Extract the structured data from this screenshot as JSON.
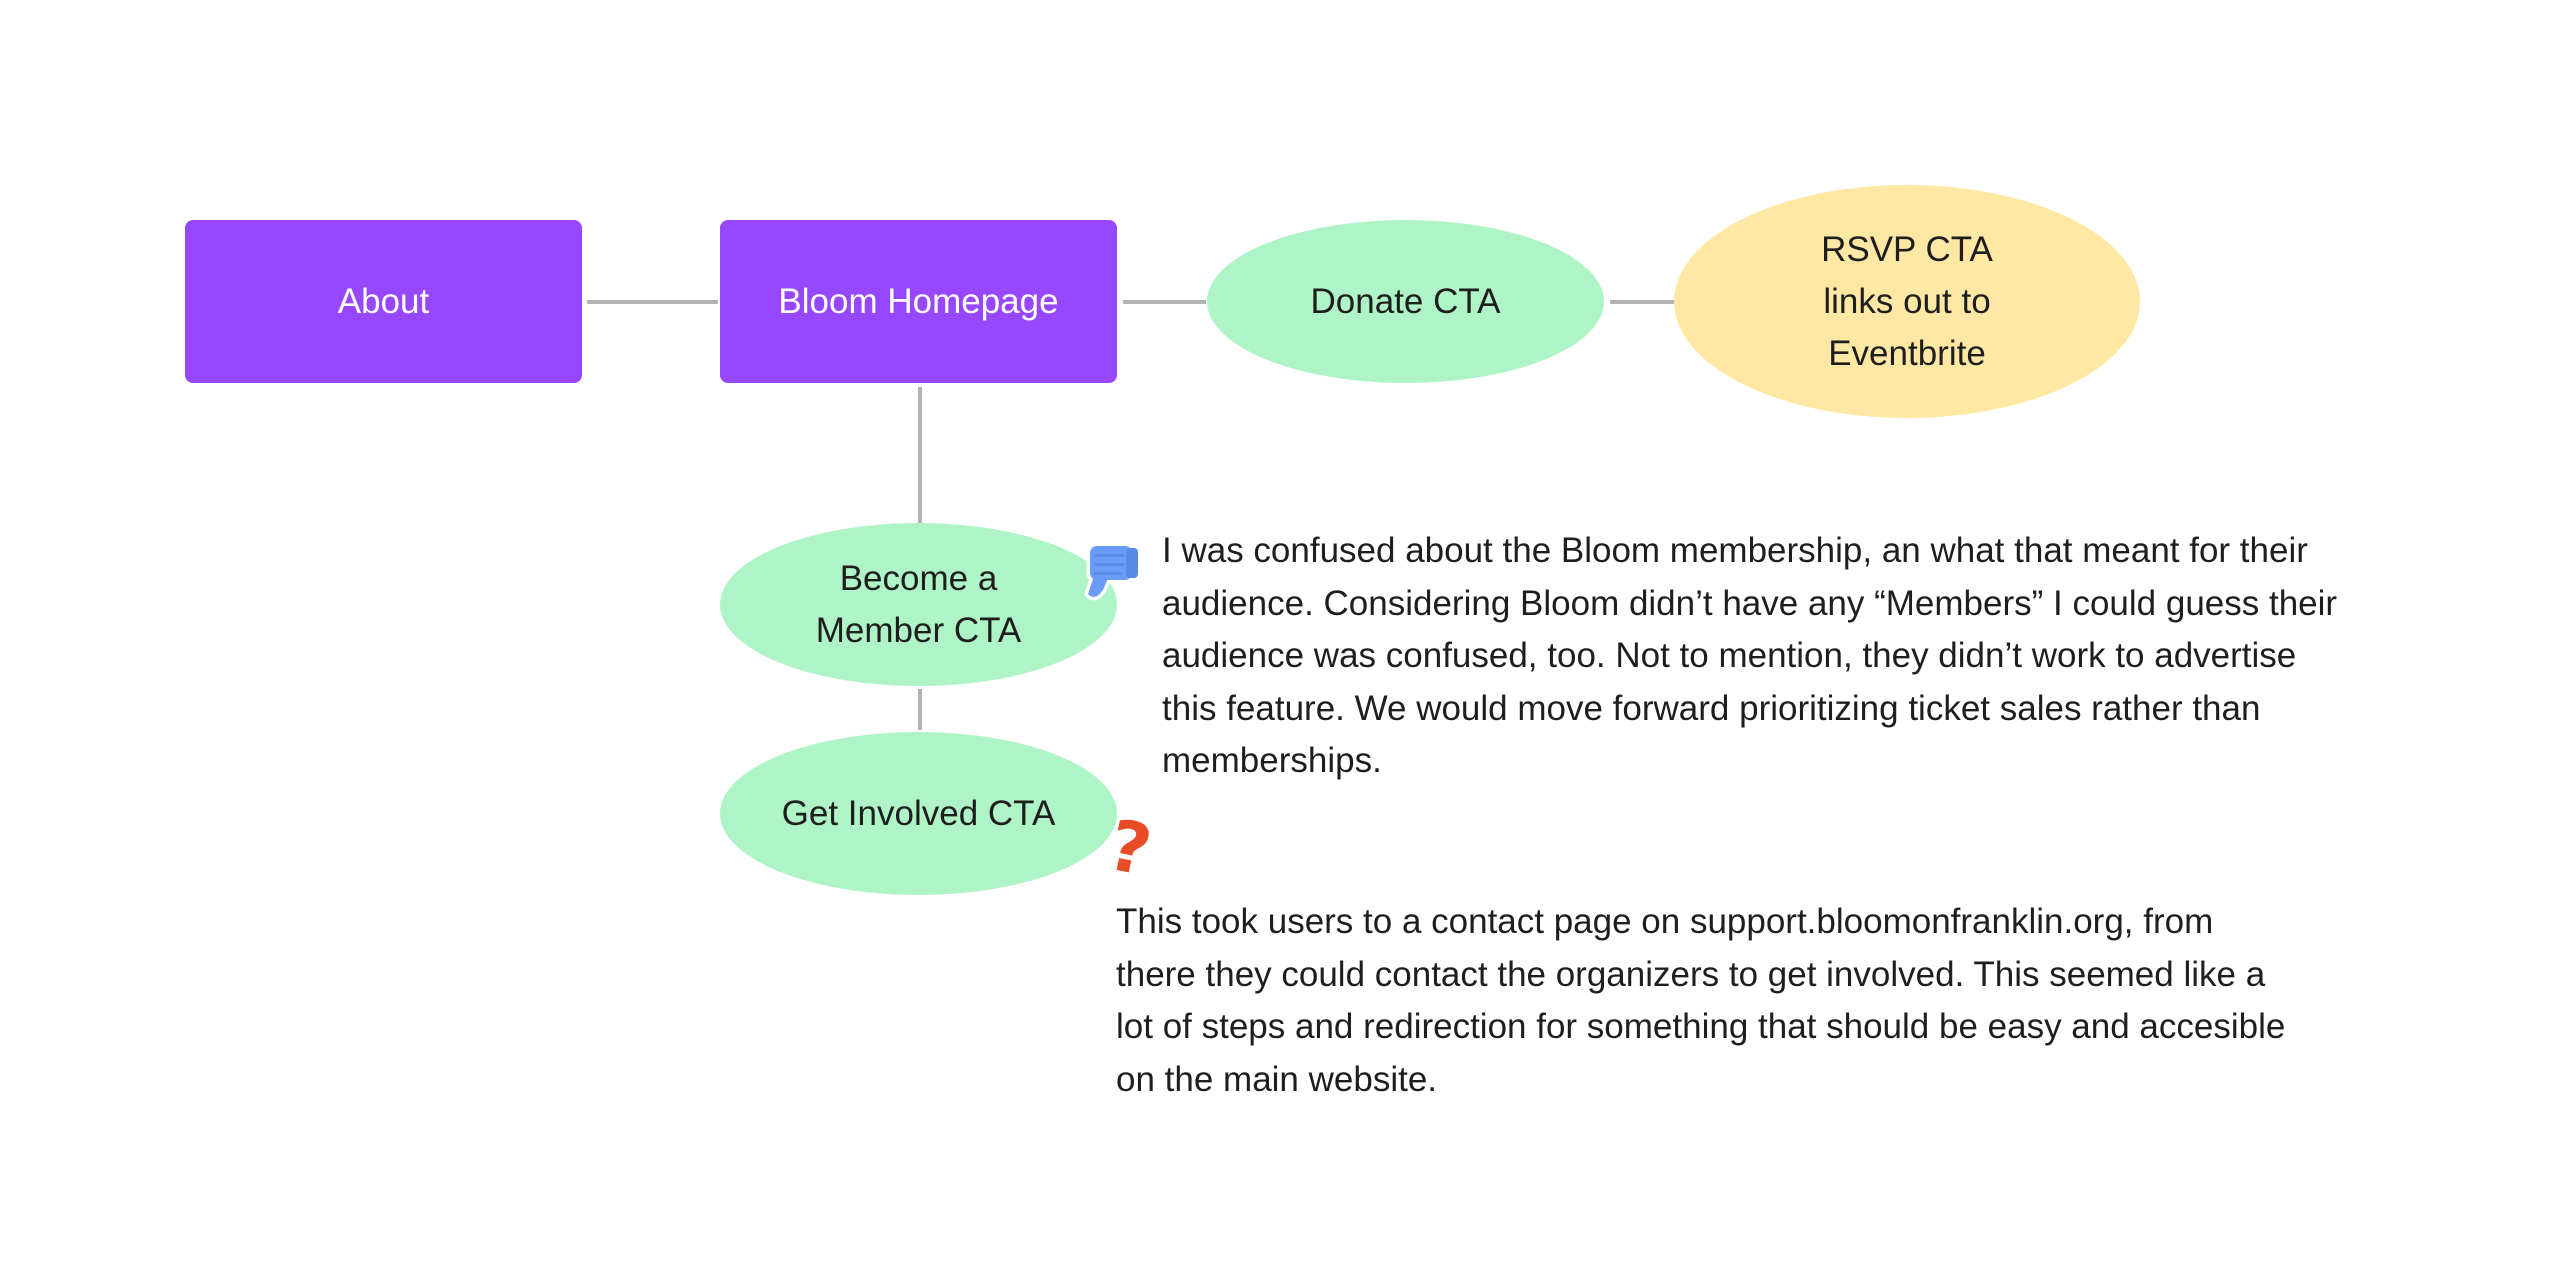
{
  "nodes": {
    "about": "About",
    "homepage": "Bloom Homepage",
    "donate": "Donate CTA",
    "rsvp": "RSVP CTA\nlinks out to\nEventbrite",
    "member": "Become a\nMember CTA",
    "get_involved": "Get Involved CTA"
  },
  "notes": {
    "membership": "I was confused about the Bloom membership, an what that meant for their\naudience.  Considering Bloom didn’t have any “Members” I could guess their\naudience was confused, too.  Not to mention, they didn’t work to advertise\nthis feature.  We would move forward prioritizing ticket sales rather than\nmemberships.",
    "get_involved": "This took users to a contact page on support.bloomonfranklin.org, from\nthere they could contact the organizers to get involved.  This seemed like a\nlot of steps and redirection for something that should be easy and accesible\non the main website."
  },
  "stickers": {
    "thumbs_down": "thumbs-down-icon",
    "question": "question-mark-icon"
  },
  "colors": {
    "page_node": "#9747ff",
    "cta_node": "#aff4c6",
    "external_node": "#ffe8a3",
    "connector": "#b3b3b3",
    "thumbs_down": "#6a9bf7",
    "question": "#e94b26"
  }
}
